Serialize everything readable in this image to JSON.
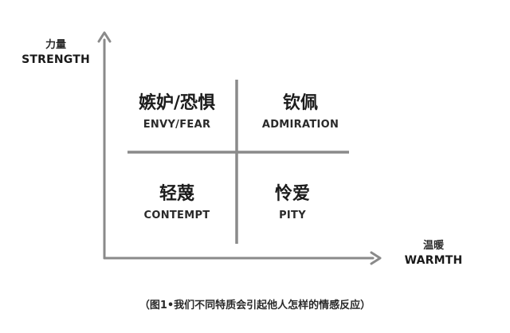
{
  "y_axis": {
    "label_cn": "力量",
    "label_en": "STRENGTH"
  },
  "x_axis": {
    "label_cn": "温暖",
    "label_en": "WARMTH"
  },
  "quadrants": {
    "top_left": {
      "label_cn": "嫉妒/恐惧",
      "label_en": "ENVY/FEAR"
    },
    "top_right": {
      "label_cn": "钦佩",
      "label_en": "ADMIRATION"
    },
    "bottom_left": {
      "label_cn": "轻蔑",
      "label_en": "CONTEMPT"
    },
    "bottom_right": {
      "label_cn": "怜爱",
      "label_en": "PITY"
    }
  },
  "caption": "（图1•我们不同特质会引起他人怎样的情感反应）",
  "colors": {
    "axis": "#8a8a8a",
    "divider": "#8a8a8a",
    "text": "#1c1c1c"
  }
}
